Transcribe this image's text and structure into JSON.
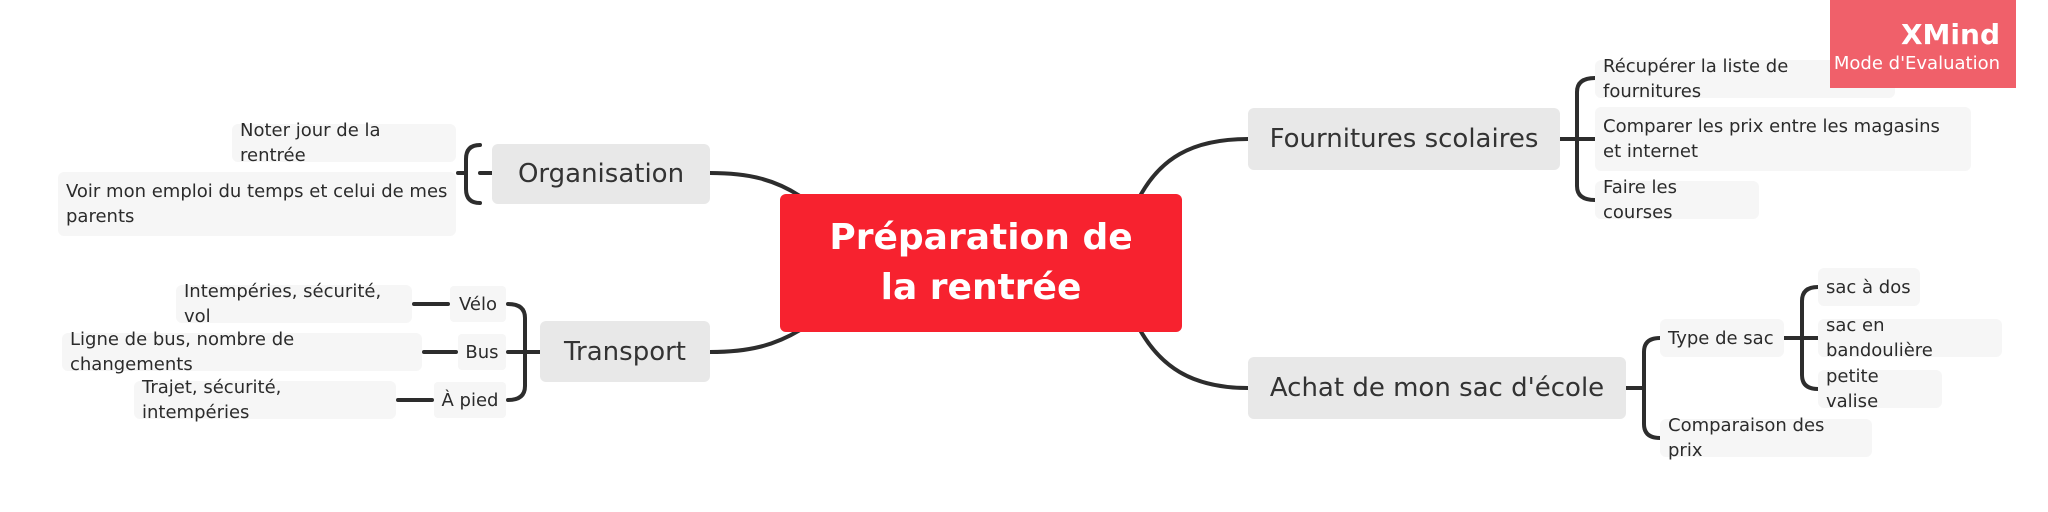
{
  "root": {
    "title": "Préparation de la rentrée"
  },
  "branches": {
    "organisation": {
      "label": "Organisation",
      "items": [
        "Noter jour de la rentrée",
        "Voir mon emploi du temps et celui de mes parents"
      ]
    },
    "transport": {
      "label": "Transport",
      "modes": [
        {
          "label": "Vélo",
          "detail": "Intempéries, sécurité, vol"
        },
        {
          "label": "Bus",
          "detail": "Ligne de bus, nombre de changements"
        },
        {
          "label": "À pied",
          "detail": "Trajet, sécurité, intempéries"
        }
      ]
    },
    "fournitures": {
      "label": "Fournitures scolaires",
      "items": [
        "Récupérer la liste de fournitures",
        "Comparer les prix entre les magasins et internet",
        "Faire les courses"
      ]
    },
    "sac": {
      "label": "Achat de mon sac d'école",
      "type": {
        "label": "Type de sac",
        "options": [
          "sac à dos",
          "sac en bandoulière",
          "petite valise"
        ]
      },
      "compare": "Comparaison des prix"
    }
  },
  "watermark": {
    "title": "XMind",
    "subtitle": "Mode d'Evaluation"
  },
  "colors": {
    "root": "#f7222f",
    "watermark": "#f0606a",
    "line": "#2d2d2d"
  }
}
